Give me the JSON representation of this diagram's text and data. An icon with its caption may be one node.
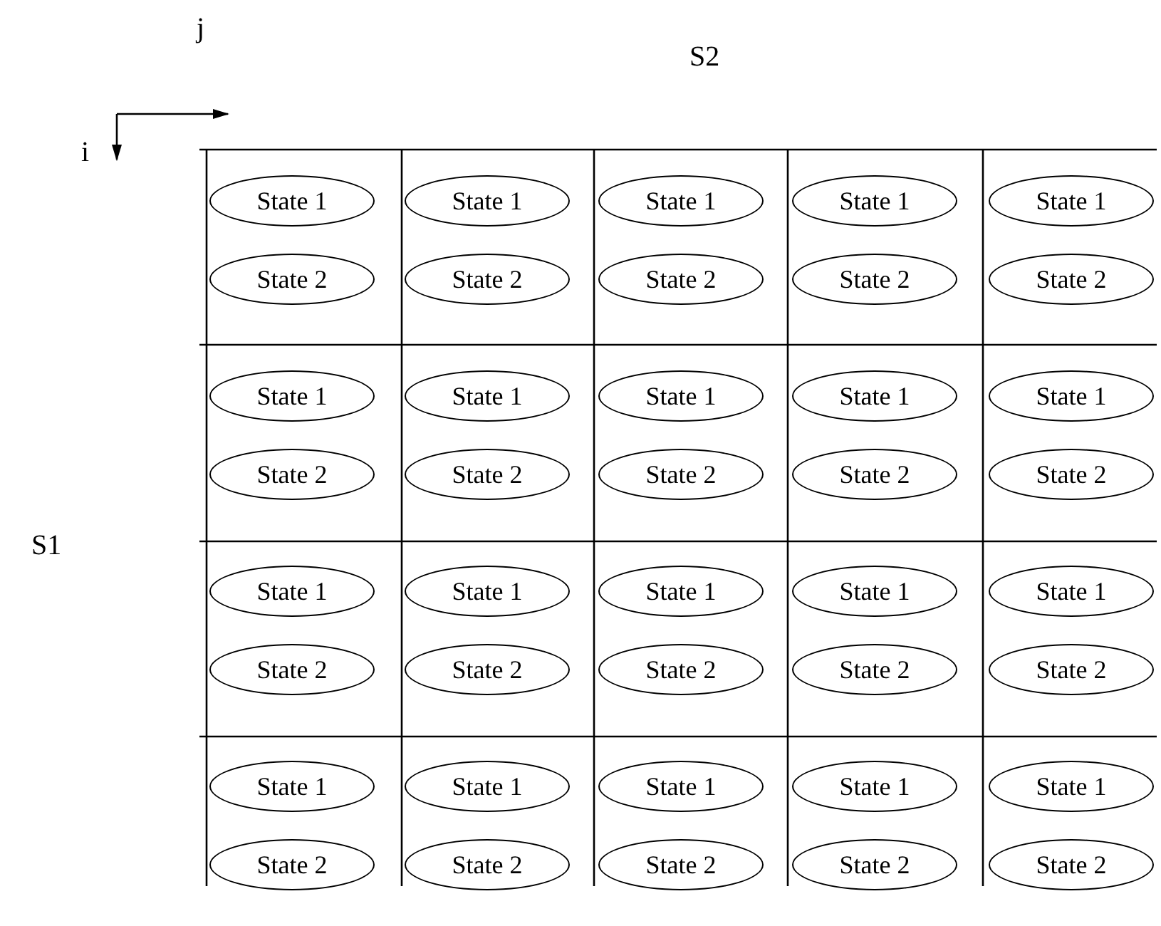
{
  "diagram": {
    "nodes": [
      {
        "text": [
          "State 1"
        ]
      },
      {
        "text": [
          "State 1"
        ]
      },
      {
        "text": [
          "State 1"
        ]
      },
      {
        "text": [
          "State 1"
        ]
      },
      {
        "text": [
          "State 1"
        ]
      },
      {
        "text": [
          "State 2"
        ]
      },
      {
        "text": [
          "State 2"
        ]
      },
      {
        "text": [
          "State 2"
        ]
      },
      {
        "text": [
          "State 2"
        ]
      },
      {
        "text": [
          "State 2"
        ]
      },
      {
        "text": [
          "State 1"
        ]
      },
      {
        "text": [
          "State 1"
        ]
      },
      {
        "text": [
          "State 1"
        ]
      },
      {
        "text": [
          "State 1"
        ]
      },
      {
        "text": [
          "State 1"
        ]
      },
      {
        "text": [
          "State 2"
        ]
      },
      {
        "text": [
          "State 2"
        ]
      },
      {
        "text": [
          "State 2"
        ]
      },
      {
        "text": [
          "State 2"
        ]
      },
      {
        "text": [
          "State 2"
        ]
      },
      {
        "text": [
          "State 1"
        ]
      },
      {
        "text": [
          "State 1"
        ]
      },
      {
        "text": [
          "State 1"
        ]
      },
      {
        "text": [
          "State 1"
        ]
      },
      {
        "text": [
          "State 1"
        ]
      },
      {
        "text": [
          "State 2"
        ]
      },
      {
        "text": [
          "State 2"
        ]
      },
      {
        "text": [
          "State 2"
        ]
      },
      {
        "text": [
          "State 2"
        ]
      },
      {
        "text": [
          "State 2"
        ]
      },
      {
        "text": [
          "State 1"
        ]
      },
      {
        "text": [
          "State 1"
        ]
      },
      {
        "text": [
          "State 1"
        ]
      },
      {
        "text": [
          "State 1"
        ]
      },
      {
        "text": [
          "State 1"
        ]
      },
      {
        "text": [
          "State 2"
        ]
      },
      {
        "text": [
          "State 2"
        ]
      },
      {
        "text": [
          "State 2"
        ]
      },
      {
        "text": [
          "State 2"
        ]
      },
      {
        "text": [
          "State 2"
        ]
      }
    ],
    "labels": [
      "j",
      "S2",
      "i",
      "S1"
    ]
  }
}
